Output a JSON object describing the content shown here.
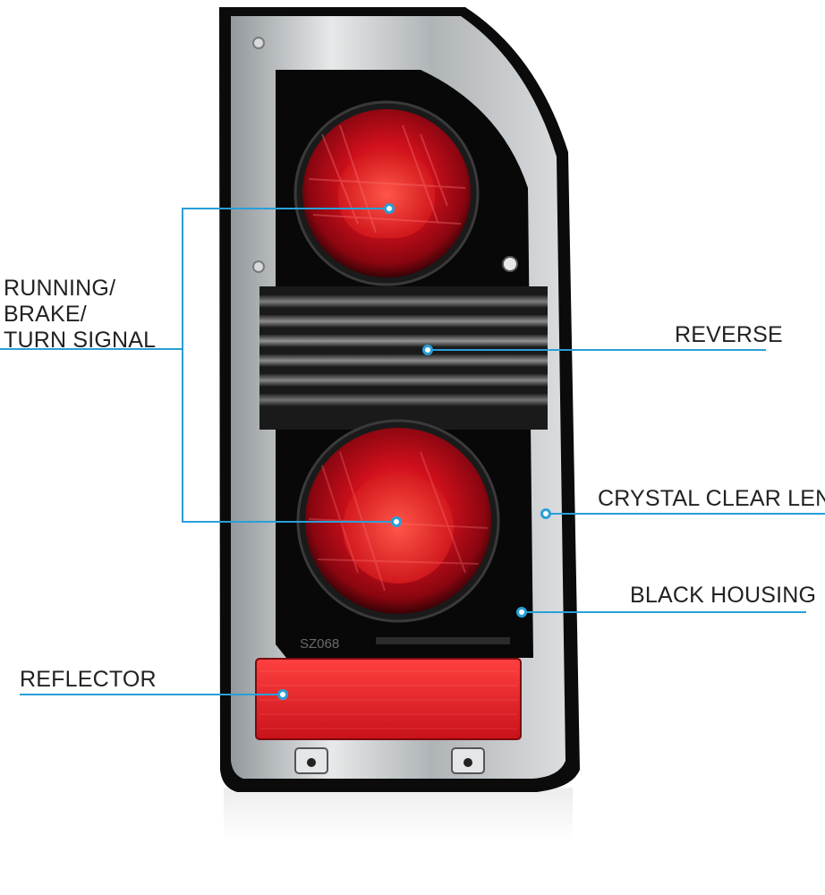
{
  "colors": {
    "callout_line": "#2a9fd8",
    "label_text": "#222222",
    "housing": "#0b0b0b",
    "lens_red": "#c4101a",
    "reflector_red": "#e0202a",
    "chrome": "#cfd3d6"
  },
  "callouts": {
    "running_brake_turn": {
      "lines": [
        "RUNNING/",
        "BRAKE/",
        "TURN SIGNAL"
      ]
    },
    "reverse": {
      "label": "REVERSE"
    },
    "crystal_clear_lens": {
      "label": "CRYSTAL CLEAR LENS"
    },
    "black_housing": {
      "label": "BLACK HOUSING"
    },
    "reflector": {
      "label": "REFLECTOR"
    }
  },
  "lamp_markings": {
    "part_code": "SZ068"
  }
}
